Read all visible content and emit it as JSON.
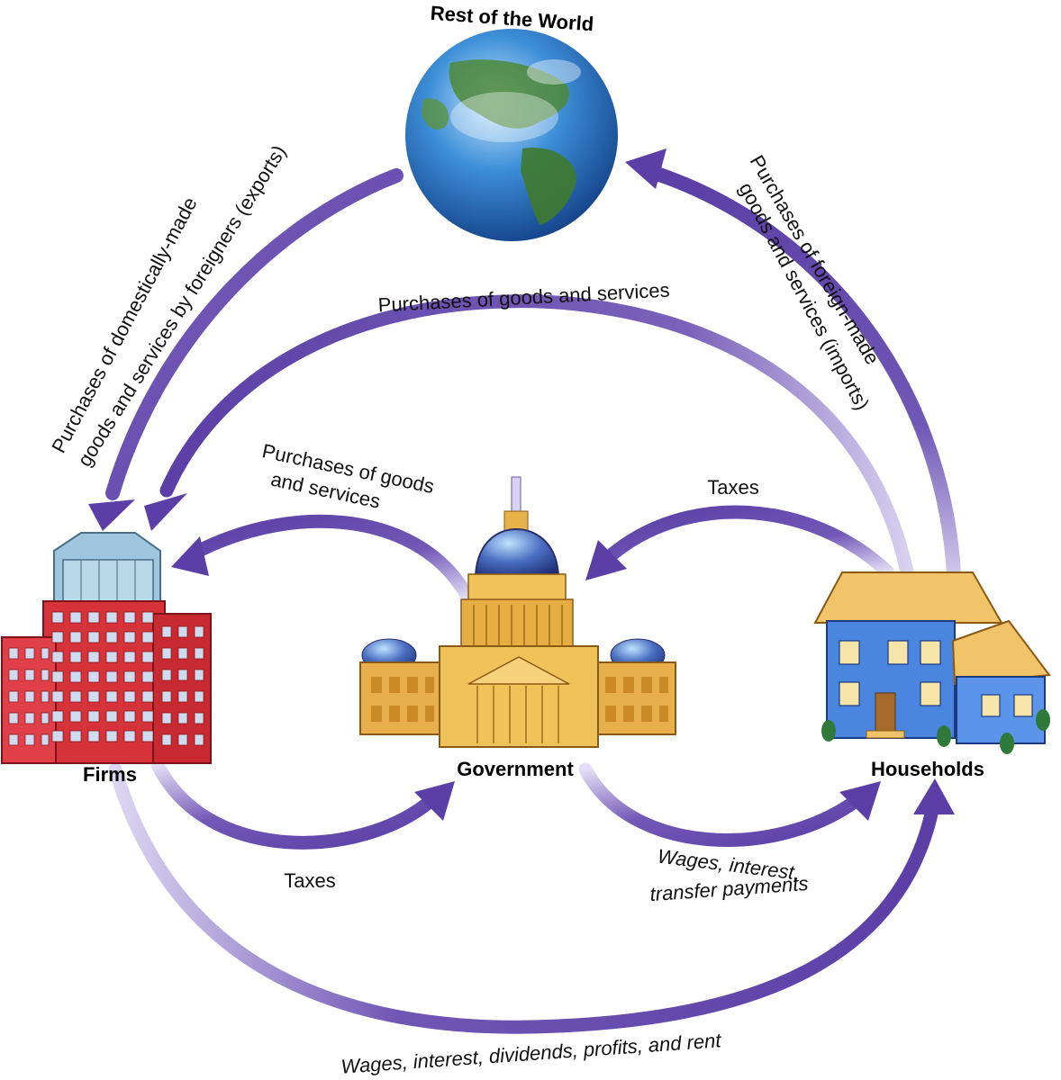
{
  "nodes": {
    "world": "Rest of the World",
    "firms": "Firms",
    "government": "Government",
    "households": "Households"
  },
  "flows": {
    "exports_line1": "Purchases of domestically-made",
    "exports_line2": "goods and services by foreigners (exports)",
    "imports_line1": "Purchases of foreign-made",
    "imports_line2": "goods and services (imports)",
    "hh_to_firms": "Purchases of goods and services",
    "gov_to_firms_line1": "Purchases of goods",
    "gov_to_firms_line2": "and services",
    "hh_taxes": "Taxes",
    "firm_taxes": "Taxes",
    "gov_to_hh_line1": "Wages, interest,",
    "gov_to_hh_line2": "transfer payments",
    "firms_to_hh": "Wages, interest, dividends, profits, and rent"
  },
  "colors": {
    "arrow": "#5b3fa6",
    "arrow_fade": "#cfc6ea"
  },
  "icons": [
    "globe-icon",
    "office-building-icon",
    "capitol-building-icon",
    "house-icon"
  ]
}
